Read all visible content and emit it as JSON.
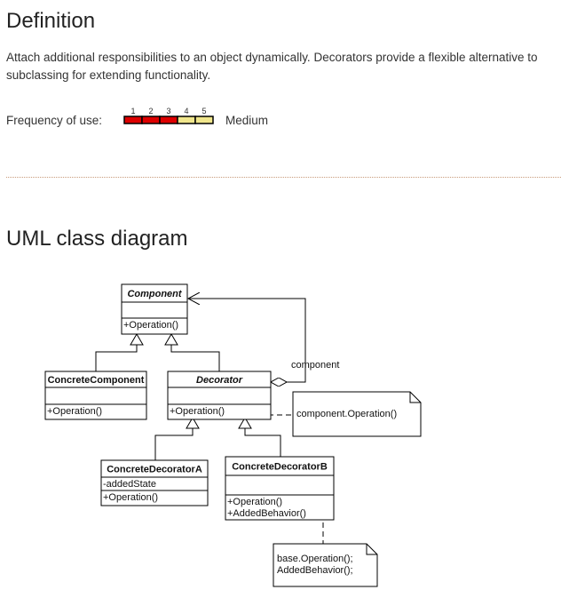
{
  "definition": {
    "heading": "Definition",
    "text": "Attach additional responsibilities to an object dynamically. Decorators provide a flexible alternative to subclassing for extending functionality."
  },
  "frequency": {
    "label": "Frequency of use:",
    "scale": [
      "1",
      "2",
      "3",
      "4",
      "5"
    ],
    "level": 3,
    "value_label": "Medium",
    "colors": {
      "active": "#dd0000",
      "inactive": "#f0e68c",
      "border": "#000000"
    }
  },
  "uml": {
    "heading": "UML class diagram",
    "classes": {
      "component": {
        "name": "Component",
        "abstract": true,
        "attributes": [],
        "operations": [
          "+Operation()"
        ]
      },
      "concrete_component": {
        "name": "ConcreteComponent",
        "abstract": false,
        "attributes": [],
        "operations": [
          "+Operation()"
        ]
      },
      "decorator": {
        "name": "Decorator",
        "abstract": true,
        "attributes": [],
        "operations": [
          "+Operation()"
        ]
      },
      "concrete_decorator_a": {
        "name": "ConcreteDecoratorA",
        "abstract": false,
        "attributes": [
          "-addedState"
        ],
        "operations": [
          "+Operation()"
        ]
      },
      "concrete_decorator_b": {
        "name": "ConcreteDecoratorB",
        "abstract": false,
        "attributes": [],
        "operations": [
          "+Operation()",
          "+AddedBehavior()"
        ]
      }
    },
    "association_label": "component",
    "notes": {
      "decorator_note": [
        "component.Operation()"
      ],
      "decorator_b_note": [
        "base.Operation();",
        "AddedBehavior();"
      ]
    }
  }
}
